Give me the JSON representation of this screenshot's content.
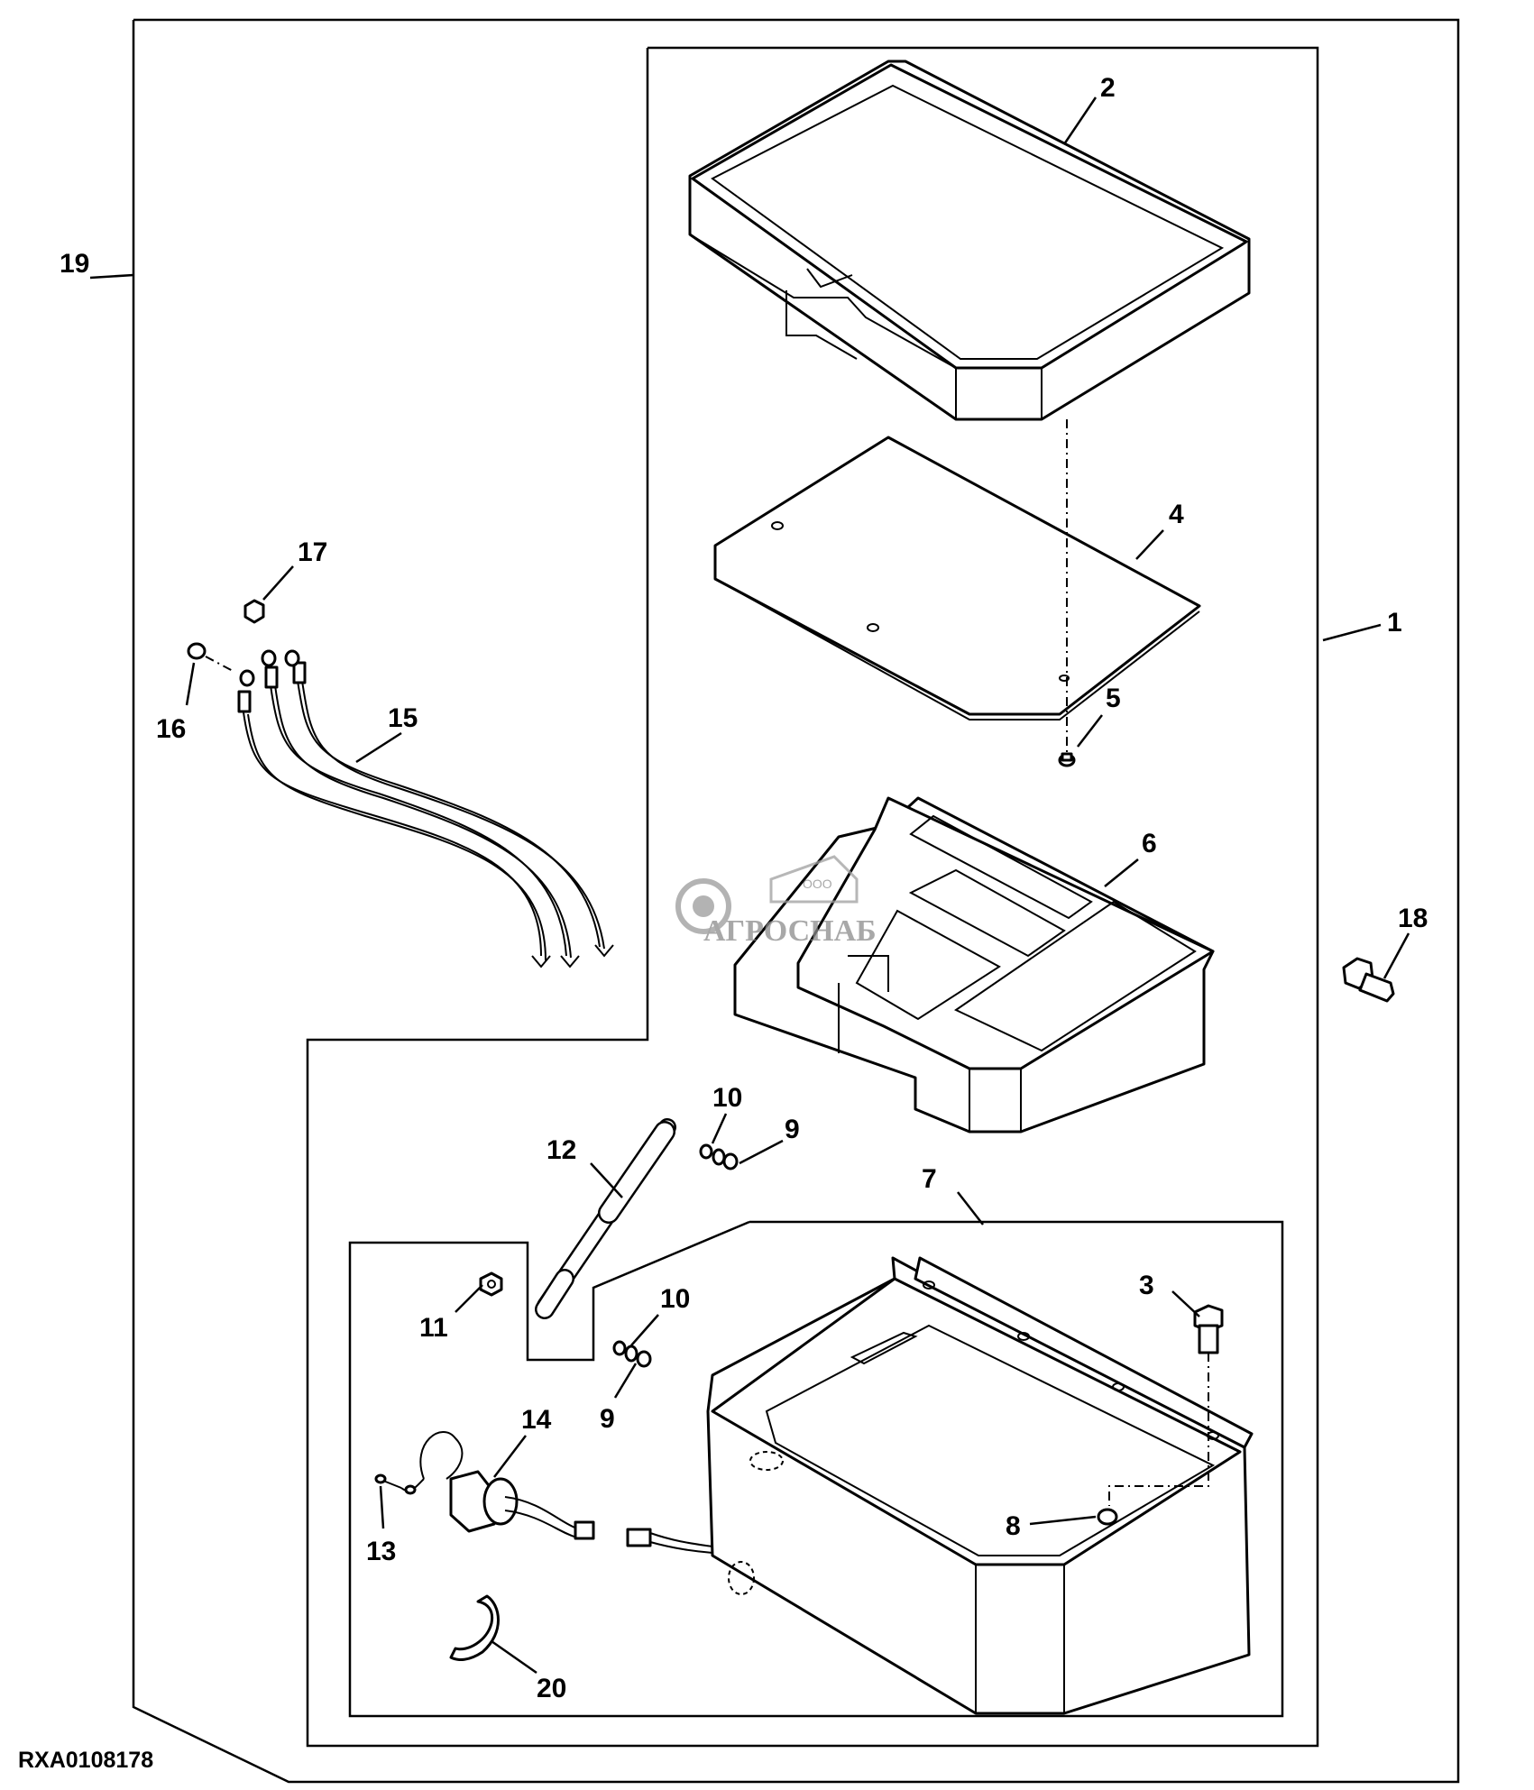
{
  "figure_id": "RXA0108178",
  "watermark": {
    "company_prefix": "ООО",
    "company_name": "АГРОСНАБ"
  },
  "callouts": {
    "c1": "1",
    "c2": "2",
    "c3": "3",
    "c4": "4",
    "c5": "5",
    "c6": "6",
    "c7": "7",
    "c8": "8",
    "c9a": "9",
    "c9b": "9",
    "c10a": "10",
    "c10b": "10",
    "c11": "11",
    "c12": "12",
    "c13": "13",
    "c14": "14",
    "c15": "15",
    "c16": "16",
    "c17": "17",
    "c18": "18",
    "c19": "19",
    "c20": "20"
  }
}
